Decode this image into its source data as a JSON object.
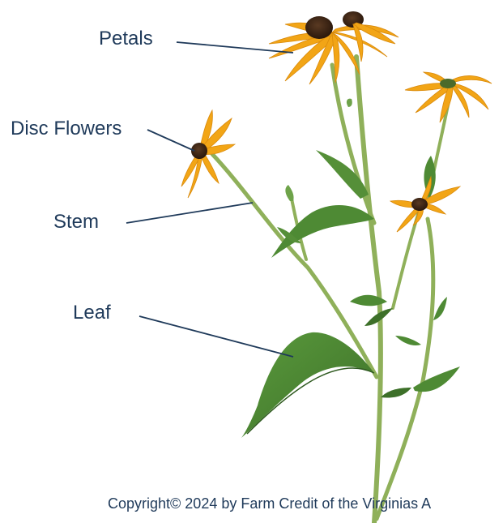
{
  "labels": {
    "petals": "Petals",
    "disc_flowers": "Disc Flowers",
    "stem": "Stem",
    "leaf": "Leaf"
  },
  "copyright": "Copyright© 2024 by Farm Credit of the Virginias A",
  "colors": {
    "label_text": "#1f3a5a",
    "leader_line": "#1f3a5a",
    "petal": "#f2a516",
    "petal_dark": "#d98a0c",
    "disc": "#3b2414",
    "stem": "#8fb05a",
    "leaf": "#4e8a34",
    "leaf_dark": "#3b6e27"
  }
}
